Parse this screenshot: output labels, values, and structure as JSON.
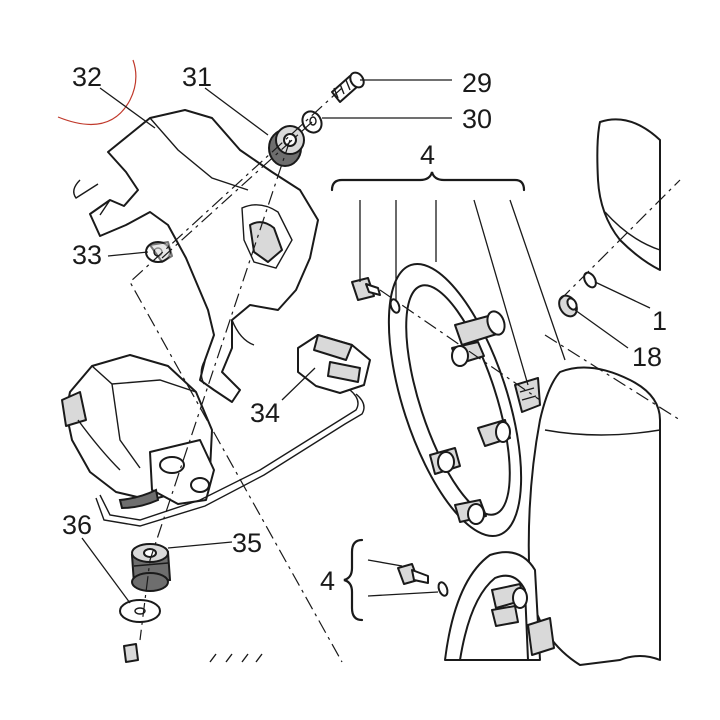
{
  "callouts": {
    "c29": "29",
    "c30": "30",
    "c31": "31",
    "c32": "32",
    "c33": "33",
    "c34": "34",
    "c35": "35",
    "c36": "36",
    "c4_top": "4",
    "c4_bottom": "4",
    "c1_partial": "1",
    "c18_partial": "18"
  },
  "colors": {
    "line": "#1a1a1a",
    "shade": "#d9d9d9",
    "dark": "#6e6e6e",
    "red_arc": "#c0392b"
  }
}
